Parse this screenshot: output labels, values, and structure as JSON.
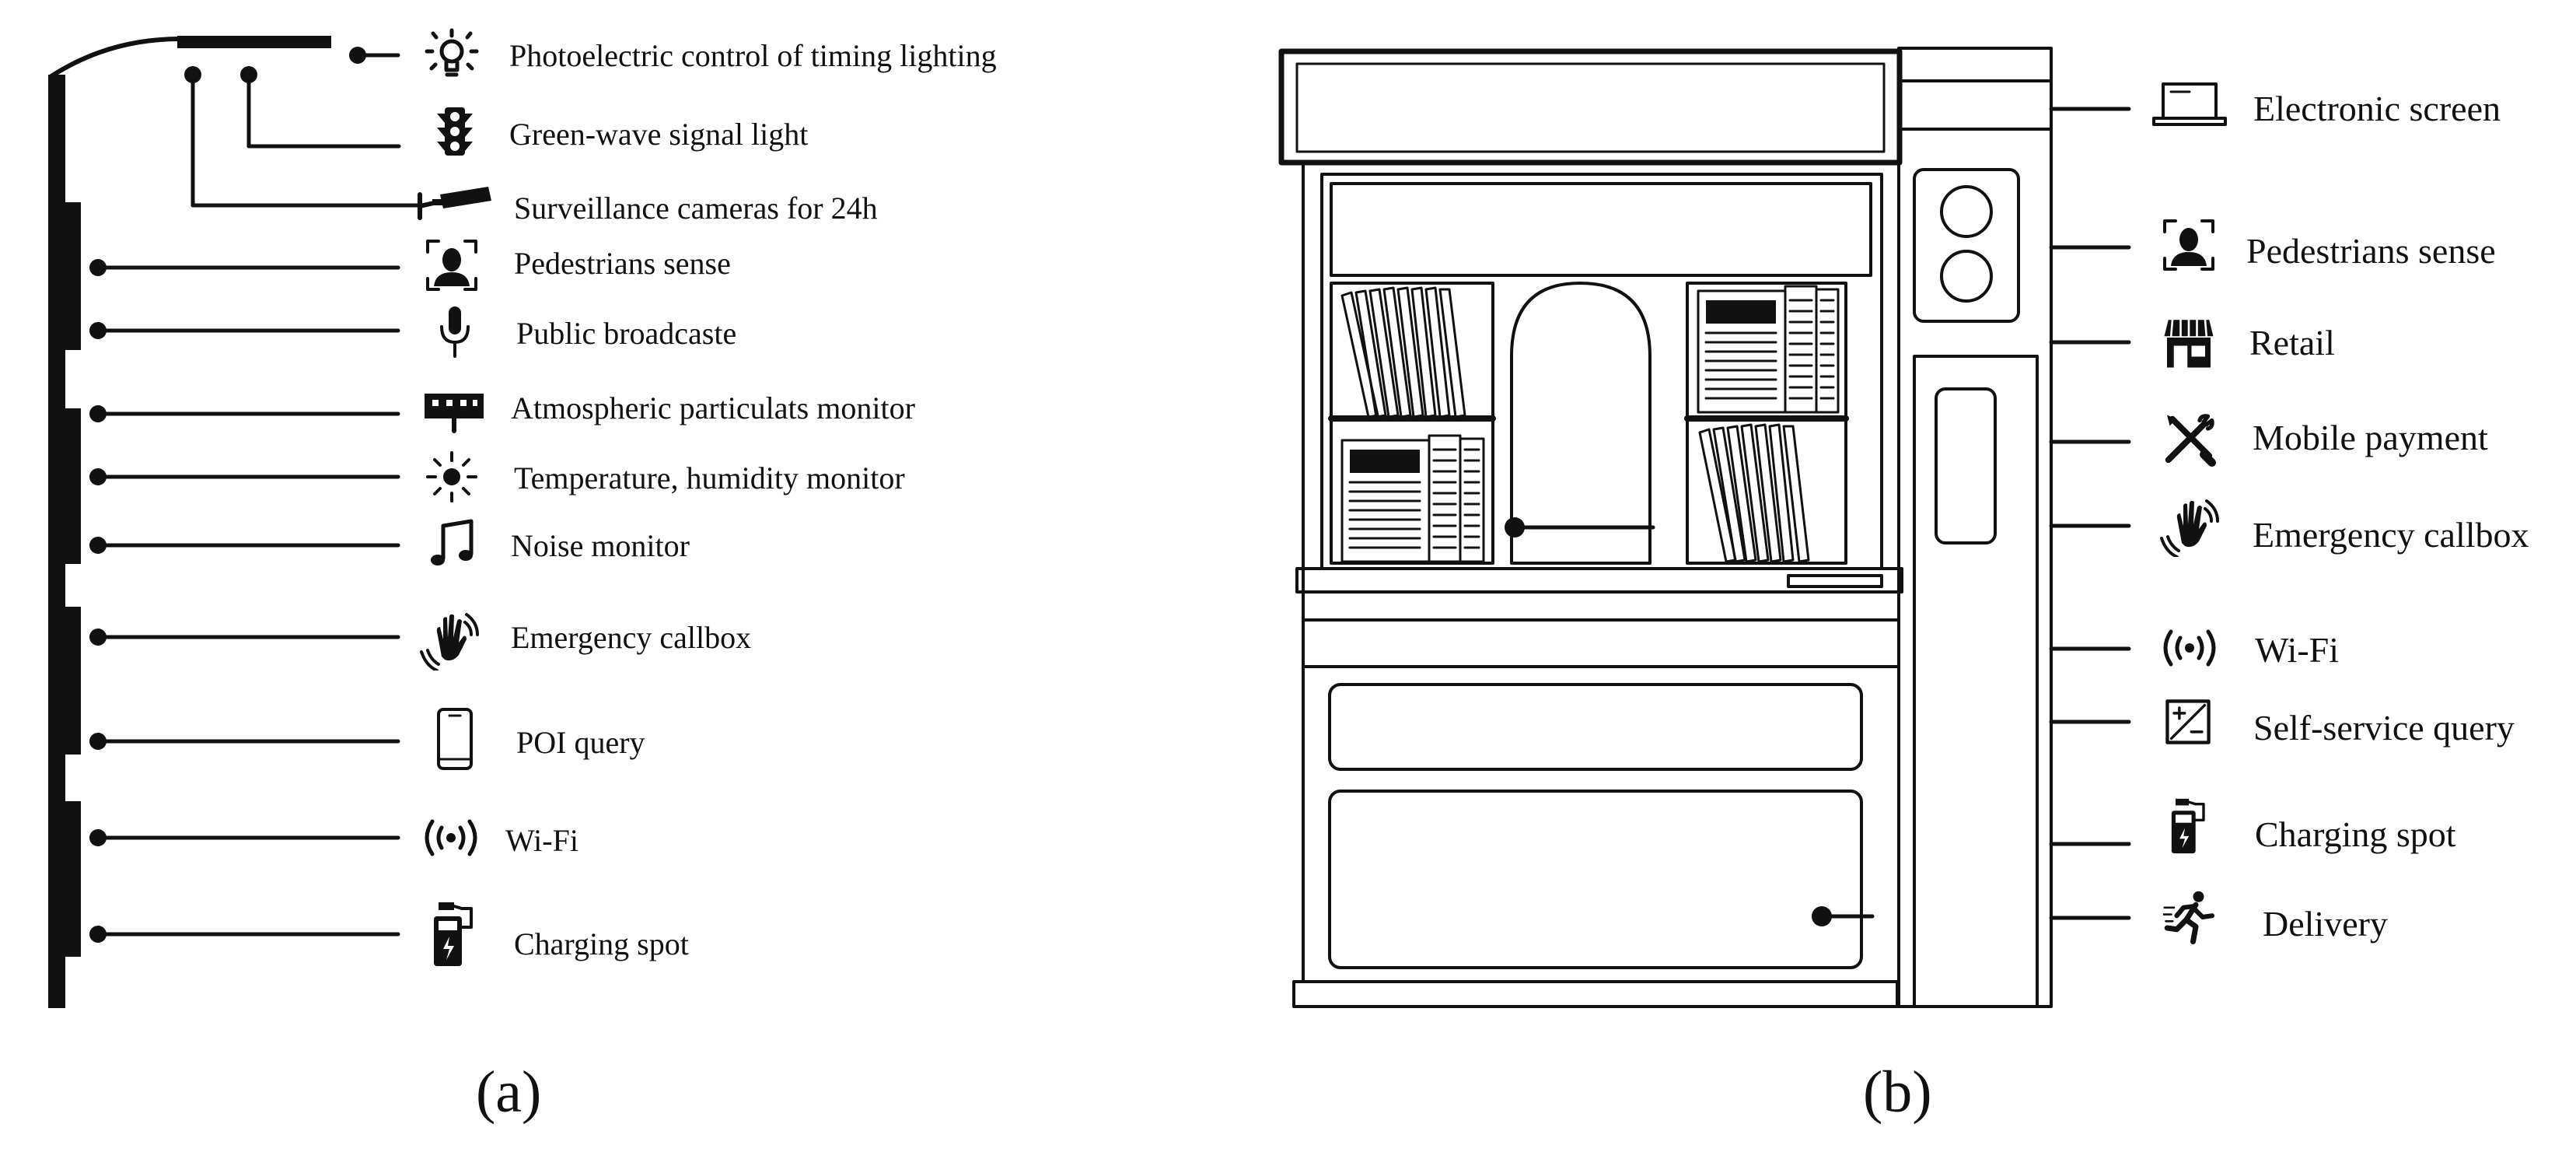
{
  "panel_a": {
    "caption": "(a)",
    "labels": [
      "Photoelectric control of timing lighting",
      "Green-wave signal light",
      "Surveillance cameras for 24h",
      "Pedestrians sense",
      "Public broadcaste",
      "Atmospheric particulats monitor",
      "Temperature, humidity monitor",
      "Noise monitor",
      "Emergency callbox",
      "POI query",
      "Wi-Fi",
      "Charging spot"
    ],
    "icons": [
      "light-bulb-icon",
      "traffic-light-icon",
      "camera-icon",
      "face-scan-icon",
      "microphone-icon",
      "monitor-panel-icon",
      "sun-icon",
      "music-note-icon",
      "hand-callbox-icon",
      "smartphone-icon",
      "wifi-icon",
      "charging-icon"
    ]
  },
  "panel_b": {
    "caption": "(b)",
    "labels": [
      "Electronic screen",
      "Pedestrians sense",
      "Retail",
      "Mobile payment",
      "Emergency callbox",
      "Wi-Fi",
      "Self-service query",
      "Charging spot",
      "Delivery"
    ],
    "icons": [
      "laptop-icon",
      "face-scan-icon",
      "shop-icon",
      "tools-icon",
      "hand-callbox-icon",
      "wifi-icon",
      "query-icon",
      "charging-icon",
      "runner-icon"
    ]
  },
  "colors": {
    "ink": "#111111",
    "background": "#ffffff"
  }
}
